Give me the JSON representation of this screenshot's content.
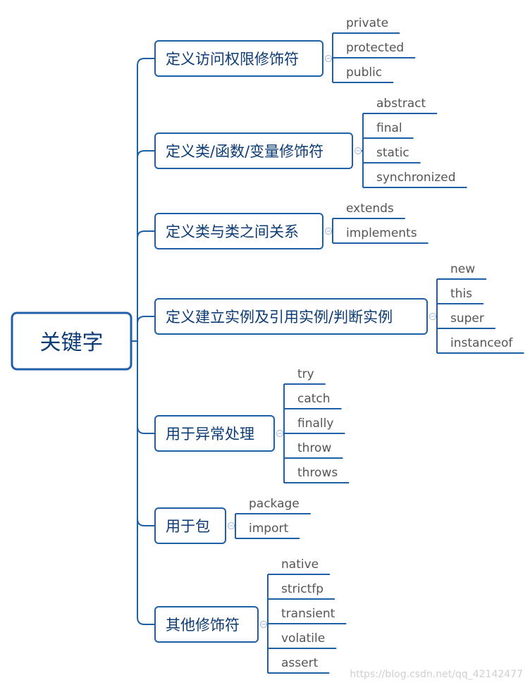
{
  "root": {
    "label": "关键字"
  },
  "branches": [
    {
      "label": "定义访问权限修饰符",
      "leaves": [
        "private",
        "protected",
        "public"
      ]
    },
    {
      "label": "定义类/函数/变量修饰符",
      "leaves": [
        "abstract",
        "final",
        "static",
        "synchronized"
      ]
    },
    {
      "label": "定义类与类之间关系",
      "leaves": [
        "extends",
        "implements"
      ]
    },
    {
      "label": "定义建立实例及引用实例/判断实例",
      "leaves": [
        "new",
        "this",
        "super",
        "instanceof"
      ]
    },
    {
      "label": "用于异常处理",
      "leaves": [
        "try",
        "catch",
        "finally",
        "throw",
        "throws"
      ]
    },
    {
      "label": "用于包",
      "leaves": [
        "package",
        "import"
      ]
    },
    {
      "label": "其他修饰符",
      "leaves": [
        "native",
        "strictfp",
        "transient",
        "volatile",
        "assert"
      ]
    }
  ],
  "watermark": "https://blog.csdn.net/qq_42142477",
  "colors": {
    "line": "#1f5fa8",
    "text": "#0c3b75",
    "leaf_text": "#555555"
  }
}
